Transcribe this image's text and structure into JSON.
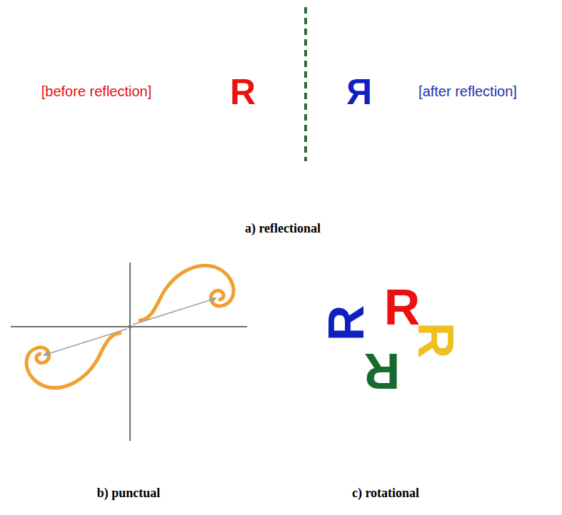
{
  "diagram": {
    "labels": [
      "[before reflection]",
      "R",
      "R",
      "[after reflection]",
      "a) reflectional",
      "R",
      "R",
      "R",
      "R",
      "b) punctual",
      "c) rotational"
    ]
  }
}
